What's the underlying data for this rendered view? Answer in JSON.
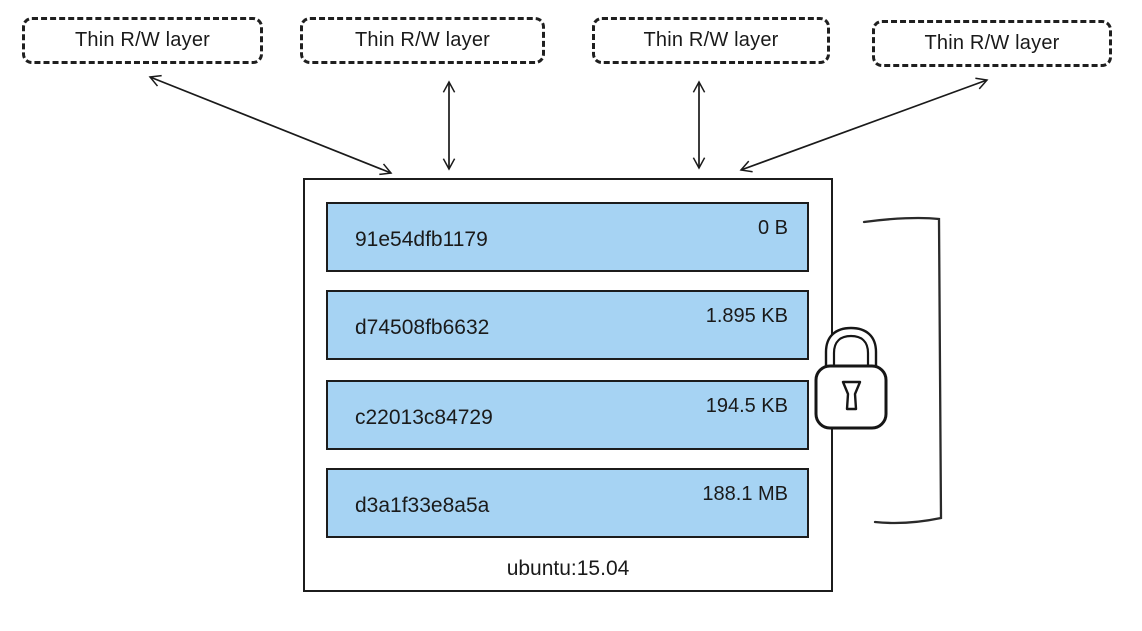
{
  "diagram": {
    "title_hint": "Docker image layers shared by multiple thin writable container layers",
    "thin_layers": [
      {
        "label": "Thin R/W layer"
      },
      {
        "label": "Thin R/W layer"
      },
      {
        "label": "Thin R/W layer"
      },
      {
        "label": "Thin R/W layer"
      }
    ],
    "image": {
      "label": "ubuntu:15.04",
      "layers": [
        {
          "id": "91e54dfb1179",
          "size": "0 B"
        },
        {
          "id": "d74508fb6632",
          "size": "1.895 KB"
        },
        {
          "id": "c22013c84729",
          "size": "194.5 KB"
        },
        {
          "id": "d3a1f33e8a5a",
          "size": "188.1 MB"
        }
      ]
    },
    "icons": {
      "lock": "lock-icon"
    },
    "colors": {
      "layer_fill": "#a6d3f3",
      "stroke": "#1a1a1a",
      "background": "#ffffff"
    }
  }
}
